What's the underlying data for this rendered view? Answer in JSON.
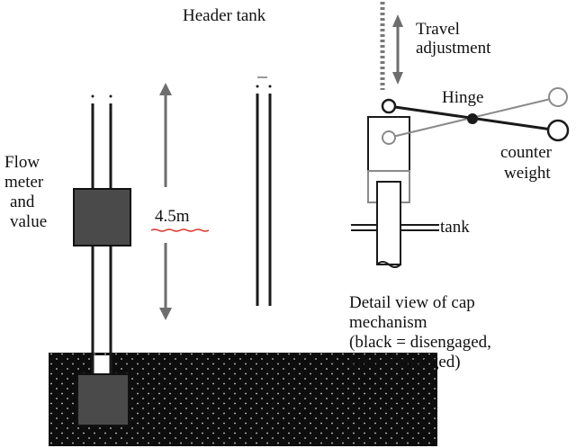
{
  "labels": {
    "header_tank": "Header tank",
    "travel_adjustment": [
      "Travel",
      "adjustment"
    ],
    "hinge": "Hinge",
    "flow_meter": [
      "Flow",
      "meter",
      "and",
      "value"
    ],
    "height": "4.5m",
    "counter_weight": [
      "counter",
      "weight"
    ],
    "tank": "tank",
    "detail_view": [
      "Detail view of cap",
      "mechanism",
      "(black = disengaged,",
      "grey = engaged)"
    ]
  },
  "colors": {
    "pipe": "#1a1a1a",
    "soil": "#0d0d0d",
    "meter_box": "#4a4a4a",
    "arrow": "#6e6e6e",
    "engaged_grey": "#8a8a8a",
    "underline": "#d9342b"
  }
}
